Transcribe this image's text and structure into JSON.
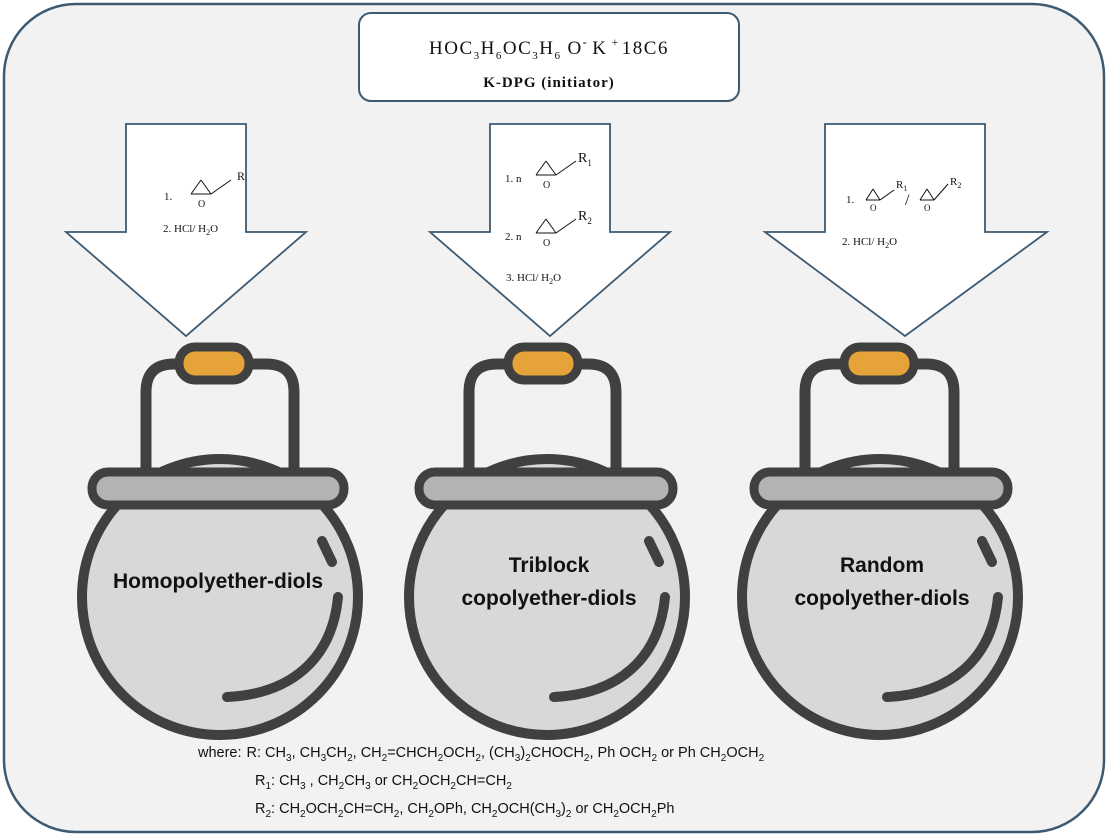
{
  "initiator": {
    "formula": {
      "p1": "HOC",
      "s1": "3",
      "p2": "H",
      "s2": "6",
      "p3": "OC",
      "s3": "3",
      "p4": "H",
      "s4": "6",
      "p5": "O",
      "sup1": "-",
      "p6": "K",
      "sup2": "+",
      "p7": "18C6"
    },
    "name": "K-DPG (initiator)"
  },
  "routes": [
    {
      "steps": [
        {
          "n": "1.",
          "r": "R",
          "o": "O"
        },
        {
          "t1": "2. HCl/ H",
          "sub": "2",
          "t2": "O"
        }
      ]
    },
    {
      "steps": [
        {
          "n": "1. n",
          "r": "R",
          "rsub": "1",
          "o": "O"
        },
        {
          "n": "2. n",
          "r": "R",
          "rsub": "2",
          "o": "O"
        },
        {
          "t1": "3. HCl/ H",
          "sub": "2",
          "t2": "O"
        }
      ]
    },
    {
      "steps": [
        {
          "n": "1.",
          "r1": "R",
          "r1sub": "1",
          "r2": "R",
          "r2sub": "2",
          "o": "O",
          "sep": "/"
        },
        {
          "t1": "2. HCl/ H",
          "sub": "2",
          "t2": "O"
        }
      ]
    }
  ],
  "products": [
    {
      "lines": [
        "Homopolyether-diols"
      ]
    },
    {
      "lines": [
        "Triblock",
        "copolyether-diols"
      ]
    },
    {
      "lines": [
        "Random",
        "copolyether-diols"
      ]
    }
  ],
  "legend": {
    "where": "where:",
    "l1": {
      "a": "R: CH",
      "as": "3",
      "b": ",  CH",
      "bs": "3",
      "c": "CH",
      "cs": "2",
      "d": ", CH",
      "ds": "2",
      "e": "=CHCH",
      "es": "2",
      "f": "OCH",
      "fs": "2",
      "g": ", (CH",
      "gs": "3",
      "h": ")",
      "hs": "2",
      "i": "CHOCH",
      "is": "2",
      "j": ", Ph OCH",
      "js": "2",
      "k": " or  Ph CH",
      "ks": "2",
      "l": "OCH",
      "ls": "2"
    },
    "l2": {
      "a": "R",
      "as": "1",
      "b": ": CH",
      "bs": "3",
      "c": " , CH",
      "cs": "2",
      "d": "CH",
      "ds": "3",
      "e": " or CH",
      "es": "2",
      "f": "OCH",
      "fs": "2",
      "g": "CH=CH",
      "gs": "2"
    },
    "l3": {
      "a": "R",
      "as": "2",
      "b": ": CH",
      "bs": "2",
      "c": "OCH",
      "cs": "2",
      "d": "CH=CH",
      "ds": "2",
      "e": ", CH",
      "es": "2",
      "f": "OPh, CH",
      "fs": "2",
      "g": "OCH(CH",
      "gs": "3",
      "h": ")",
      "hs": "2",
      "i": " or CH",
      "is": "2",
      "j": "OCH",
      "js": "2",
      "k": "Ph"
    }
  },
  "colors": {
    "frame_fill": "#f2f2f2",
    "frame_stroke": "#3d5a73",
    "pot_fill": "#d8d8d8",
    "pot_stroke": "#404040",
    "rim_fill": "#b3b3b3",
    "knob": "#e5a33a",
    "arrow_fill": "#ffffff",
    "arrow_stroke": "#3d5a73"
  }
}
